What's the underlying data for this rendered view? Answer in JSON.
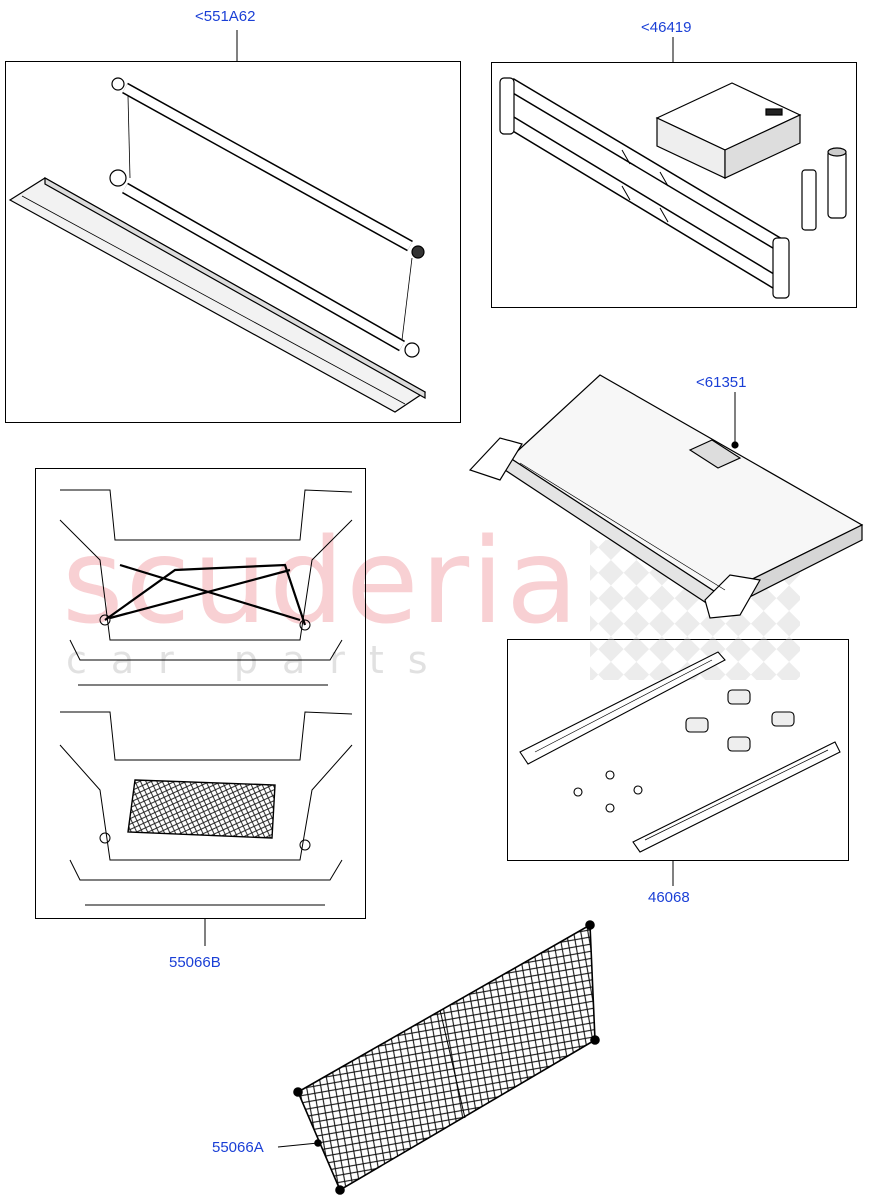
{
  "callouts": {
    "shade": "<551A62",
    "bar": "<46419",
    "cover": "<61351",
    "rails": "46068",
    "nets_b": "55066B",
    "net_a": "55066A"
  },
  "watermark": {
    "brand": "scuderia",
    "sub": "car   parts"
  },
  "colors": {
    "callout": "#1a3fd6",
    "line": "#000000",
    "watermark": "#eb7882"
  }
}
